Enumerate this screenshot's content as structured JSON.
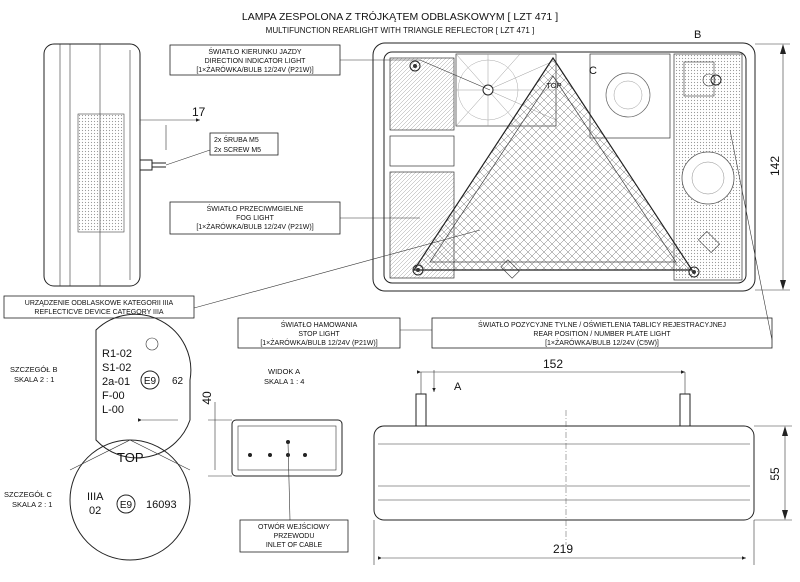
{
  "title": {
    "pl": "LAMPA ZESPOLONA Z TRÓJKĄTEM ODBLASKOWYM [ LZT 471 ]",
    "en": "MULTIFUNCTION REARLIGHT WITH TRIANGLE REFLECTOR [ LZT 471 ]"
  },
  "labels": {
    "direction": [
      "ŚWIATŁO KIERUNKU JAZDY",
      "DIRECTION INDICATOR LIGHT",
      "[1×ŻARÓWKA/BULB 12/24V (P21W)]"
    ],
    "screw": [
      "2x ŚRUBA M5",
      "2x SCREW M5"
    ],
    "fog": [
      "ŚWIATŁO PRZECIWMGIELNE",
      "FOG LIGHT",
      "[1×ŻARÓWKA/BULB 12/24V (P21W)]"
    ],
    "reflective": [
      "URZĄDZENIE ODBLASKOWE KATEGORII IIIA",
      "REFLECTICVE DEVICE CATEGORY IIIA"
    ],
    "stop": [
      "ŚWIATŁO HAMOWANIA",
      "STOP LIGHT",
      "[1×ŻARÓWKA/BULB 12/24V (P21W)]"
    ],
    "position": [
      "ŚWIATŁO POZYCYJNE TYLNE / OŚWIETLENIA TABLICY REJESTRACYJNEJ",
      "REAR POSITION / NUMBER PLATE LIGHT",
      "[1×ŻARÓWKA/BULB 12/24V (C5W)]"
    ],
    "cable": [
      "OTWÓR WEJŚCIOWY",
      "PRZEWODU",
      "INLET OF CABLE"
    ]
  },
  "detail_b": {
    "title": [
      "SZCZEGÓŁ B",
      "SKALA 2 : 1"
    ],
    "codes": [
      "R1-02",
      "S1-02",
      "2a-01",
      "F-00",
      "L-00"
    ],
    "mark": "E9",
    "number": "62"
  },
  "detail_c": {
    "title": [
      "SZCZEGÓŁ C",
      "SKALA 2 : 1"
    ],
    "top": "TOP",
    "category": [
      "IIIA",
      "02"
    ],
    "mark": "E9",
    "number": "16093"
  },
  "view_a": {
    "title": [
      "WIDOK A",
      "SKALA 1 : 4"
    ]
  },
  "marks": {
    "b": "B",
    "c": "C",
    "a": "A",
    "top": "TOP"
  },
  "dimensions": {
    "screw_len": "17",
    "height": "142",
    "holes": "152",
    "width": "219",
    "depth": "55",
    "depth_a": "40"
  }
}
